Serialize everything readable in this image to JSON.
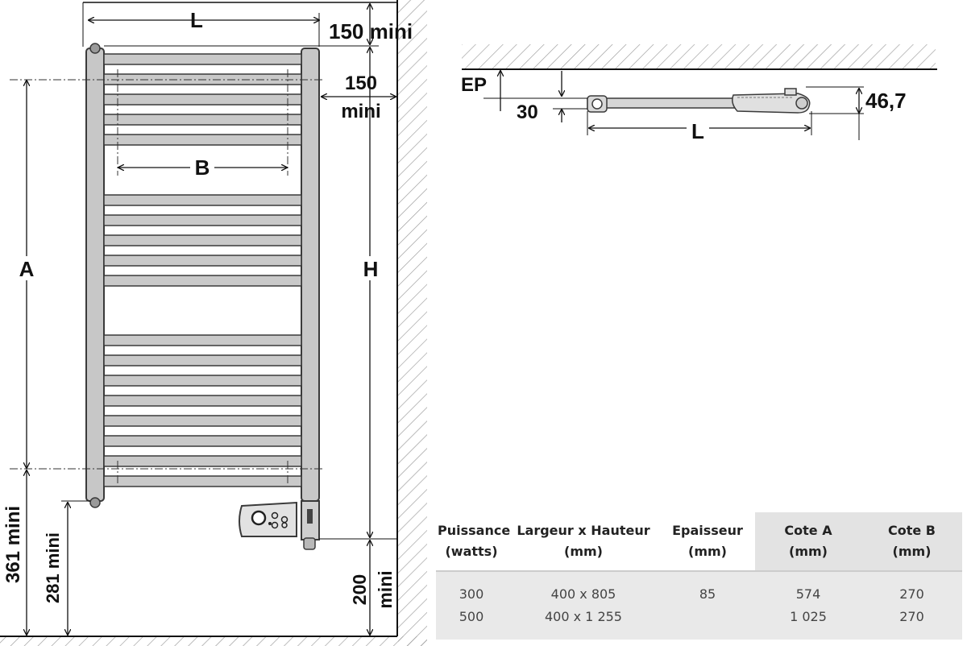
{
  "front_view": {
    "label_L": "L",
    "label_B": "B",
    "label_A": "A",
    "label_H": "H",
    "top_clearance": "150 mini",
    "side_clearance_value": "150",
    "side_clearance_unit": "mini",
    "bottom_clearance_left": "361 mini",
    "bottom_clearance_mid": "281 mini",
    "bottom_clearance_right_value": "200",
    "bottom_clearance_right_unit": "mini"
  },
  "top_view": {
    "label_EP": "EP",
    "label_30": "30",
    "label_depth": "46,7",
    "label_L": "L"
  },
  "spec_table": {
    "headers": [
      {
        "line1": "Puissance",
        "line2": "(watts)"
      },
      {
        "line1": "Largeur x Hauteur",
        "line2": "(mm)"
      },
      {
        "line1": "Epaisseur",
        "line2": "(mm)"
      },
      {
        "line1": "Cote A",
        "line2": "(mm)"
      },
      {
        "line1": "Cote B",
        "line2": "(mm)"
      }
    ],
    "rows": [
      [
        "300",
        "400 x 805",
        "85",
        "574",
        "270"
      ],
      [
        "500",
        "400 x 1 255",
        "",
        "1 025",
        "270"
      ]
    ]
  }
}
